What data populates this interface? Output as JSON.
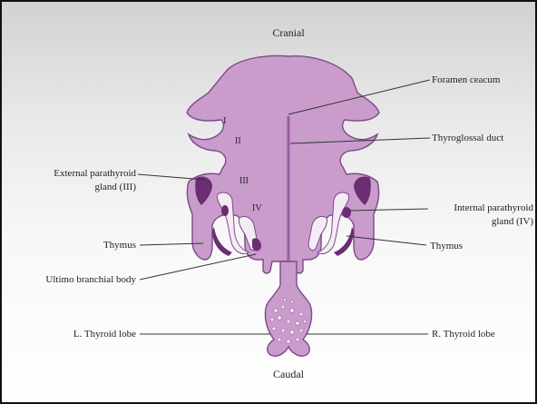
{
  "diagram": {
    "title_top": "Cranial",
    "title_bottom": "Caudal",
    "labels": {
      "foramen": "Foramen ceacum",
      "duct": "Thyroglossal duct",
      "ext_para_1": "External parathyroid",
      "ext_para_2": "gland (III)",
      "int_para_1": "Internal parathyroid",
      "int_para_2": "gland (IV)",
      "thymus_left": "Thymus",
      "thymus_right": "Thymus",
      "ultimo": "Ultimo branchial body",
      "l_lobe": "L. Thyroid lobe",
      "r_lobe": "R. Thyroid lobe"
    },
    "pouch_numbers": [
      "I",
      "II",
      "III",
      "IV"
    ],
    "colors": {
      "tissue": "#c99ccc",
      "tissue_dark": "#9a5da3",
      "gland": "#6b2d74",
      "outline": "#7e4988",
      "lead": "#333333"
    }
  }
}
